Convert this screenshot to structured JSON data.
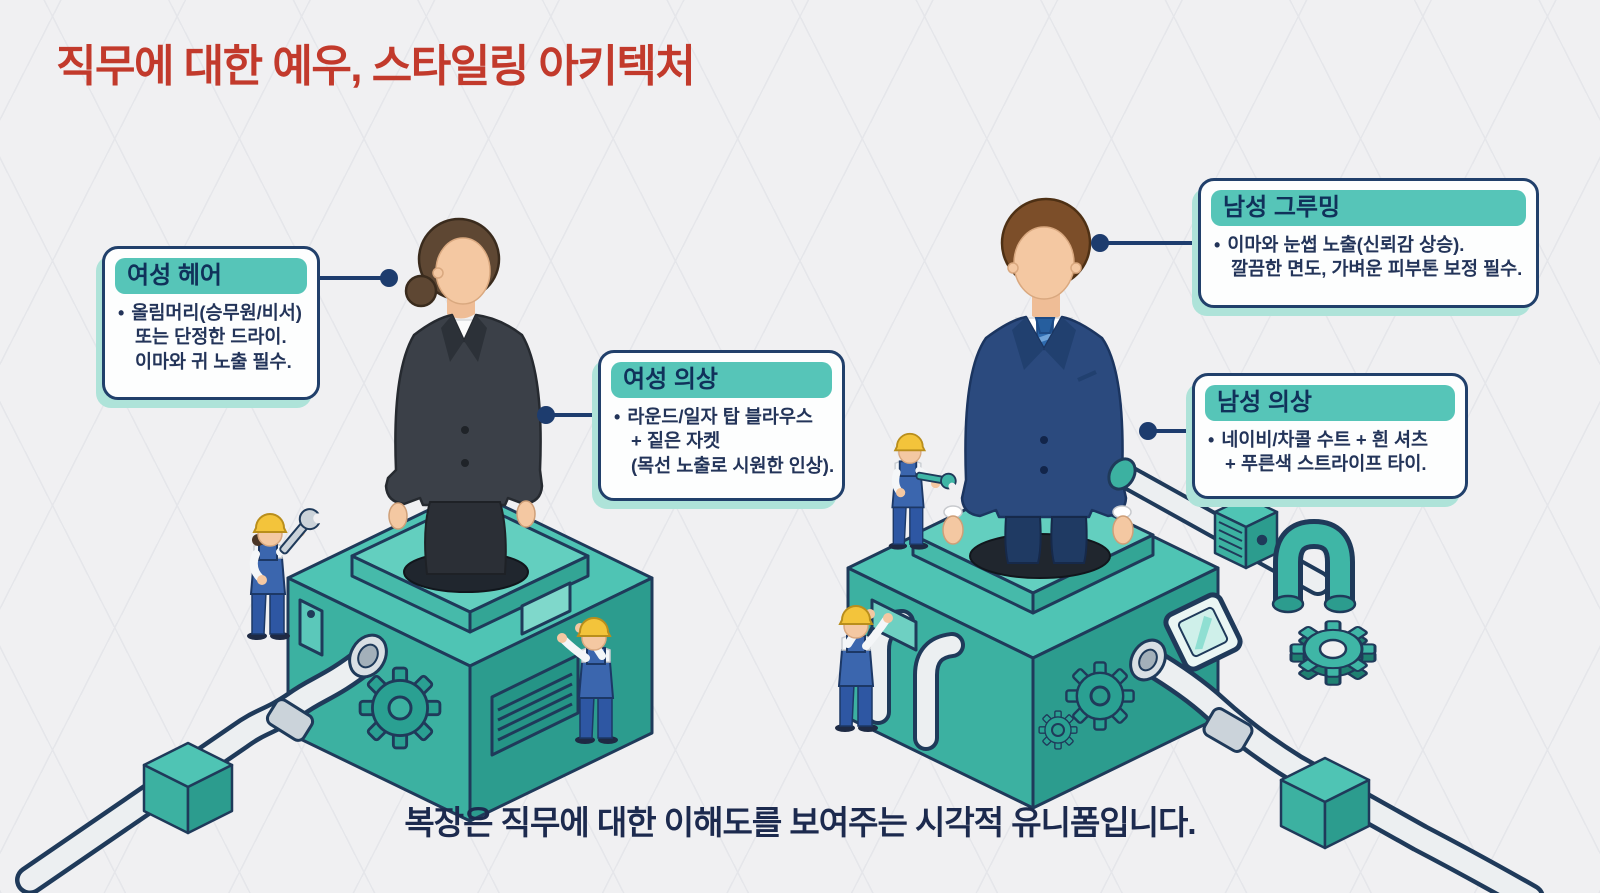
{
  "title": "직무에 대한 예우, 스타일링 아키텍처",
  "caption": "복장은 직무에 대한 이해도를 보여주는 시각적 유니폼입니다.",
  "bullet": "•",
  "callouts": {
    "female_hair": {
      "title": "여성 헤어",
      "lines": [
        "올림머리(승무원/비서)",
        "또는 단정한 드라이.",
        "이마와 귀 노출 필수."
      ]
    },
    "female_outfit": {
      "title": "여성 의상",
      "lines": [
        "라운드/일자 탑 블라우스",
        "+ 짙은 자켓",
        "(목선 노출로 시원한 인상)."
      ]
    },
    "male_grooming": {
      "title": "남성 그루밍",
      "lines": [
        "이마와 눈썹 노출(신뢰감 상승).",
        "깔끔한 면도, 가벼운 피부톤 보정 필수."
      ]
    },
    "male_outfit": {
      "title": "남성 의상",
      "lines": [
        "네이비/차콜 수트 + 흰 셔츠",
        "+ 푸른색 스트라이프 타이."
      ]
    }
  },
  "colors": {
    "background": "#F0F0F2",
    "title_red": "#C23A2C",
    "callout_header_teal": "#56C5B8",
    "callout_border_navy": "#21406B",
    "body_text_navy": "#233459",
    "caption_navy": "#1C2A4E",
    "connector_navy": "#1D3C6E",
    "platform_teal_top": "#4FC4B4",
    "platform_teal_left": "#3CB1A1",
    "platform_teal_right": "#2C9C8E",
    "helmet_yellow": "#F3C43B",
    "suit_navy": "#2B4A7E",
    "suit_charcoal": "#3B4048"
  }
}
